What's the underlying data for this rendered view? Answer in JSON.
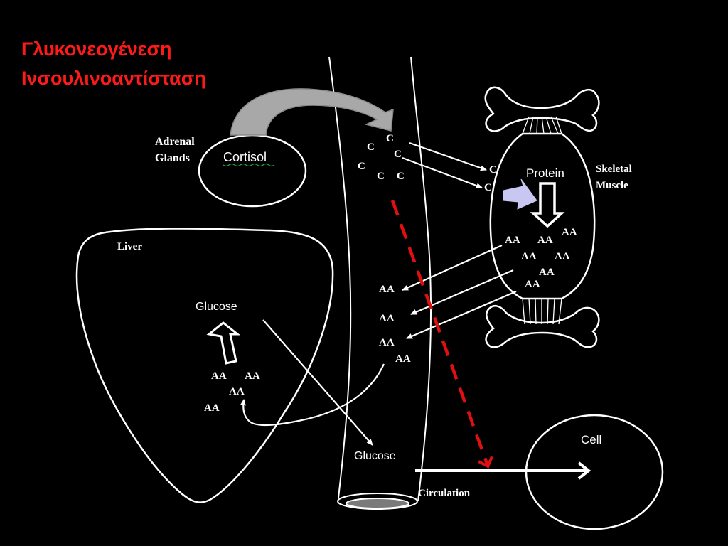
{
  "title": {
    "line1": "Γλυκονεογένεση",
    "line2": "Ινσουλινοαντίσταση"
  },
  "labels": {
    "adrenal_line1": "Adrenal",
    "adrenal_line2": "Glands",
    "cortisol": "Cortisol",
    "liver": "Liver",
    "glucose_liver": "Glucose",
    "glucose_vessel": "Glucose",
    "protein": "Protein",
    "skeletal_line1": "Skeletal",
    "skeletal_line2": "Muscle",
    "circulation": "Circulation",
    "cell": "Cell",
    "cortisol_symbol": "C",
    "amino_acid": "AA"
  },
  "colors": {
    "title": "#ff1a1a",
    "dashed_arrow": "#e01010",
    "big_arrow_fill": "#a8a8a8",
    "protein_arrow_fill": "#c7c7f2",
    "line": "#ffffff",
    "background": "#000000"
  }
}
